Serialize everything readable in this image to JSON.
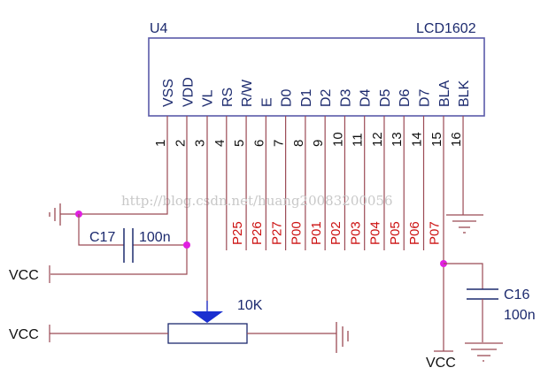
{
  "component": {
    "designator": "U4",
    "part_name": "LCD1602",
    "pins": [
      {
        "num": "1",
        "name": "VSS",
        "net": ""
      },
      {
        "num": "2",
        "name": "VDD",
        "net": ""
      },
      {
        "num": "3",
        "name": "VL",
        "net": ""
      },
      {
        "num": "4",
        "name": "RS",
        "net": "P25"
      },
      {
        "num": "5",
        "name": "R/W",
        "net": "P26"
      },
      {
        "num": "6",
        "name": "E",
        "net": "P27"
      },
      {
        "num": "7",
        "name": "D0",
        "net": "P00"
      },
      {
        "num": "8",
        "name": "D1",
        "net": "P01"
      },
      {
        "num": "9",
        "name": "D2",
        "net": "P02"
      },
      {
        "num": "10",
        "name": "D3",
        "net": "P03"
      },
      {
        "num": "11",
        "name": "D4",
        "net": "P04"
      },
      {
        "num": "12",
        "name": "D5",
        "net": "P05"
      },
      {
        "num": "13",
        "name": "D6",
        "net": "P06"
      },
      {
        "num": "14",
        "name": "D7",
        "net": "P07"
      },
      {
        "num": "15",
        "name": "BLA",
        "net": ""
      },
      {
        "num": "16",
        "name": "BLK",
        "net": ""
      }
    ]
  },
  "capacitors": {
    "c17": {
      "designator": "C17",
      "value": "100n"
    },
    "c16": {
      "designator": "C16",
      "value": "100n"
    }
  },
  "potentiometer": {
    "value": "10K"
  },
  "power_labels": {
    "vcc_c17": "VCC",
    "vcc_pot": "VCC",
    "vcc_bla": "VCC"
  },
  "watermark": "http://blog.csdn.net/huang20083200056",
  "colors": {
    "wire": "#9b4a55",
    "net_label": "#cc1111",
    "component_text": "#1c2a6e",
    "junction": "#e020e0",
    "wiper": "#1a2fd0"
  }
}
